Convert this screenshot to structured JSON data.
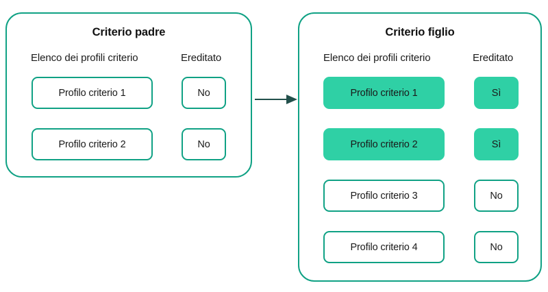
{
  "diagram": {
    "title_hidden": "",
    "background": "#ffffff",
    "accent_border": "#0fa184",
    "accent_fill": "#2fd0a5",
    "arrow_color": "#22504b",
    "text_color": "#1a1a1a"
  },
  "panels": {
    "parent": {
      "title": "Criterio padre",
      "columns": {
        "profiles": "Elenco dei profili criterio",
        "inherited": "Ereditato"
      },
      "rows": [
        {
          "profile": "Profilo criterio 1",
          "inherited": "No",
          "highlighted": false
        },
        {
          "profile": "Profilo criterio 2",
          "inherited": "No",
          "highlighted": false
        }
      ]
    },
    "child": {
      "title": "Criterio figlio",
      "columns": {
        "profiles": "Elenco dei profili criterio",
        "inherited": "Ereditato"
      },
      "rows": [
        {
          "profile": "Profilo criterio 1",
          "inherited": "Sì",
          "highlighted": true
        },
        {
          "profile": "Profilo criterio 2",
          "inherited": "Sì",
          "highlighted": true
        },
        {
          "profile": "Profilo criterio 3",
          "inherited": "No",
          "highlighted": false
        },
        {
          "profile": "Profilo criterio 4",
          "inherited": "No",
          "highlighted": false
        }
      ]
    }
  },
  "arrow": {
    "name": "inheritance-arrow",
    "direction": "right"
  }
}
